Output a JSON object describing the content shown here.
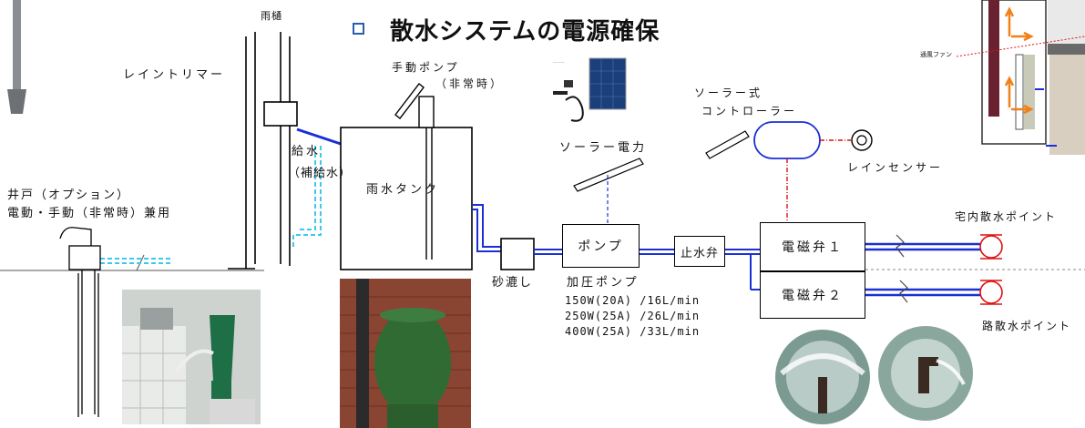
{
  "title": "散水システムの電源確保",
  "labels": {
    "gutter": "雨樋",
    "rain_trimmer": "レイントリマー",
    "hand_pump": "手動ポンプ",
    "hand_pump_note": "（非常時）",
    "supply_water": "給水",
    "supply_water_note": "（補給水）",
    "well_title": "井戸（オプション）",
    "well_note": "電動・手動（非常時）兼用",
    "rain_tank": "雨水タンク",
    "sand_filter": "砂漉し",
    "solar_power": "ソーラー電力",
    "solar_controller_1": "ソーラー式",
    "solar_controller_2": "コントローラー",
    "rain_sensor": "レインセンサー",
    "indoor_point": "宅内散水ポイント",
    "outdoor_point": "路散水ポイント",
    "ventilation_fan": "通風ファン"
  },
  "boxes": {
    "pump": "ポンプ",
    "stop_valve": "止水弁",
    "solenoid_1": "電磁弁１",
    "solenoid_2": "電磁弁２"
  },
  "pressure_pump": {
    "title": "加圧ポンプ",
    "specs": [
      "150W(20A) /16L/min",
      "250W(25A) /26L/min",
      "400W(25A) /33L/min"
    ]
  },
  "colors": {
    "pipe_blue": "#1a2fd6",
    "dashed_cyan": "#3fc8ee",
    "signal_red": "#dd1111",
    "signal_blue": "#1a2fd6",
    "title_bullet": "#2a5db0"
  }
}
